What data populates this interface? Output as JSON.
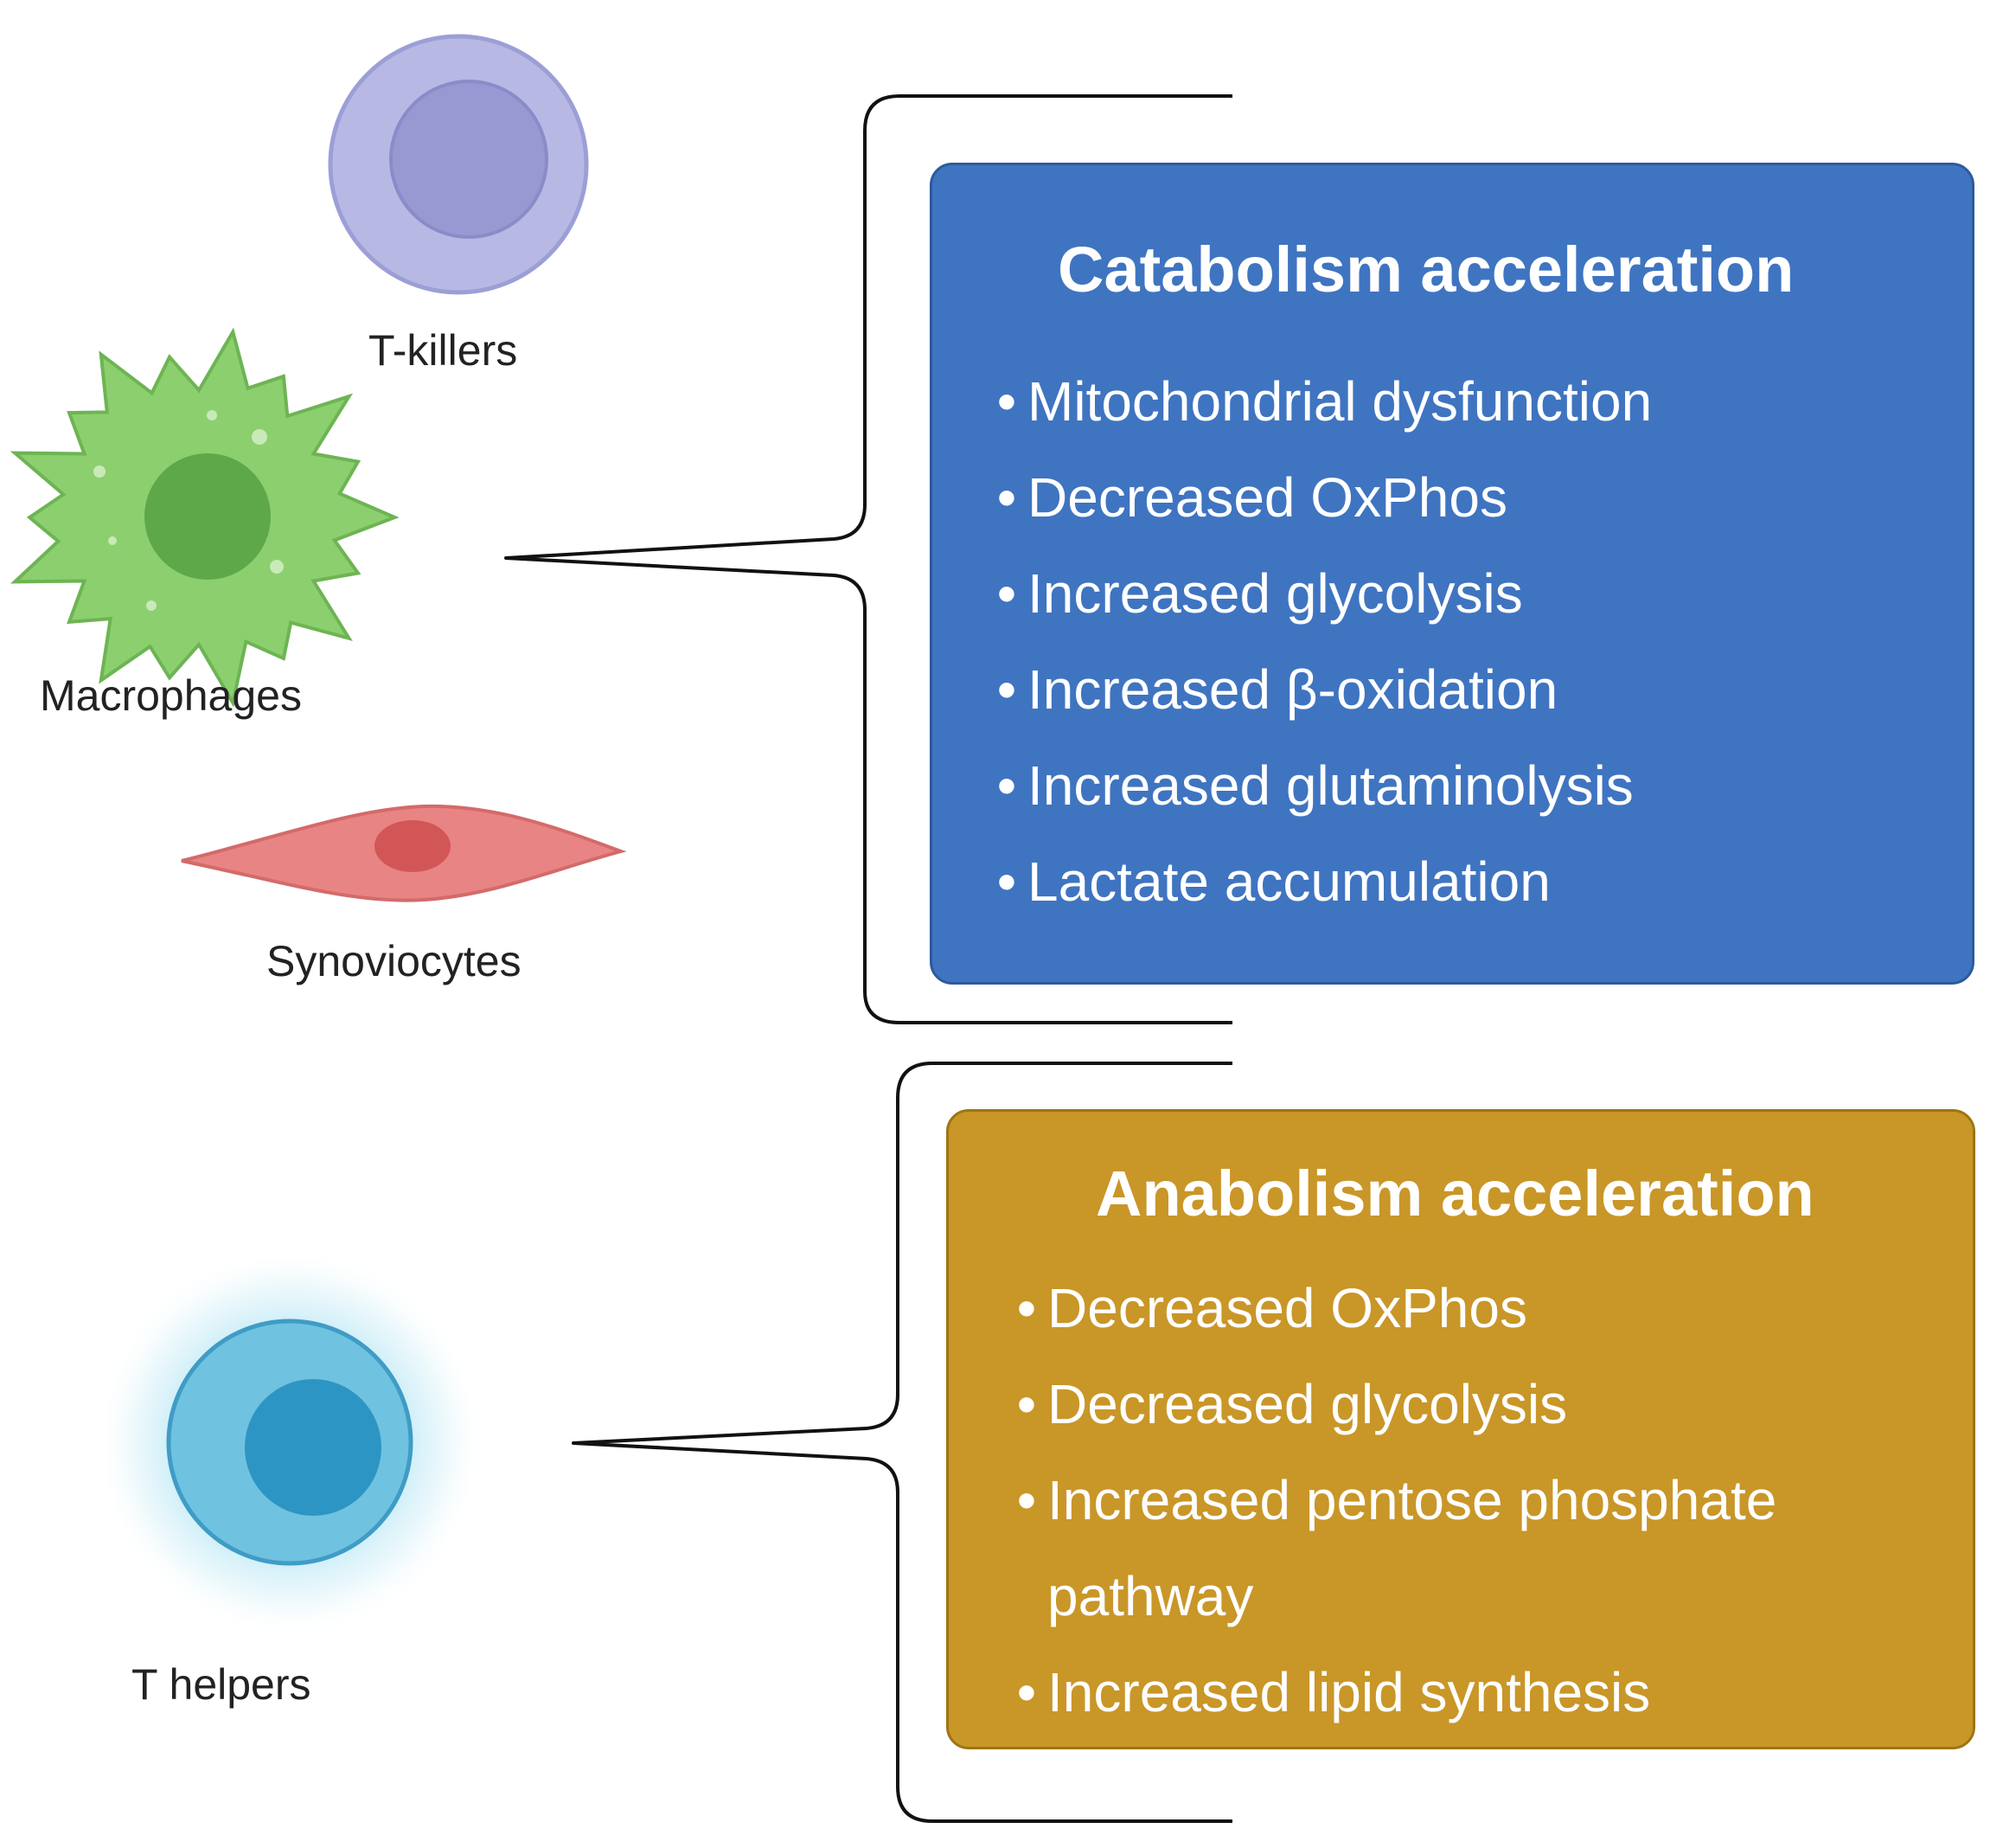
{
  "cells": {
    "t_killers": "T-killers",
    "macrophages": "Macrophages",
    "synoviocytes": "Synoviocytes",
    "t_helpers": "T helpers"
  },
  "catabolism": {
    "title": "Catabolism acceleration",
    "bullet": "•",
    "items": [
      "Mitochondrial dysfunction",
      "Decreased OxPhos",
      "Increased glycolysis",
      "Increased β-oxidation",
      "Increased glutaminolysis",
      "Lactate accumulation"
    ]
  },
  "anabolism": {
    "title": "Anabolism acceleration",
    "bullet": "•",
    "items": [
      "Decreased OxPhos",
      "Decreased glycolysis",
      "Increased pentose phosphate pathway",
      "Increased lipid synthesis"
    ]
  },
  "colors": {
    "catabolism_panel": "#3f74c1",
    "anabolism_panel": "#c99628",
    "t_killer_cell": "#b7b9e4",
    "macrophage_cell": "#8ccf6f",
    "synoviocyte_cell": "#e88484",
    "t_helper_cell": "#6fc2e0"
  },
  "icons": [
    "t-killer-cell-icon",
    "macrophage-cell-icon",
    "synoviocyte-cell-icon",
    "t-helper-cell-icon"
  ]
}
